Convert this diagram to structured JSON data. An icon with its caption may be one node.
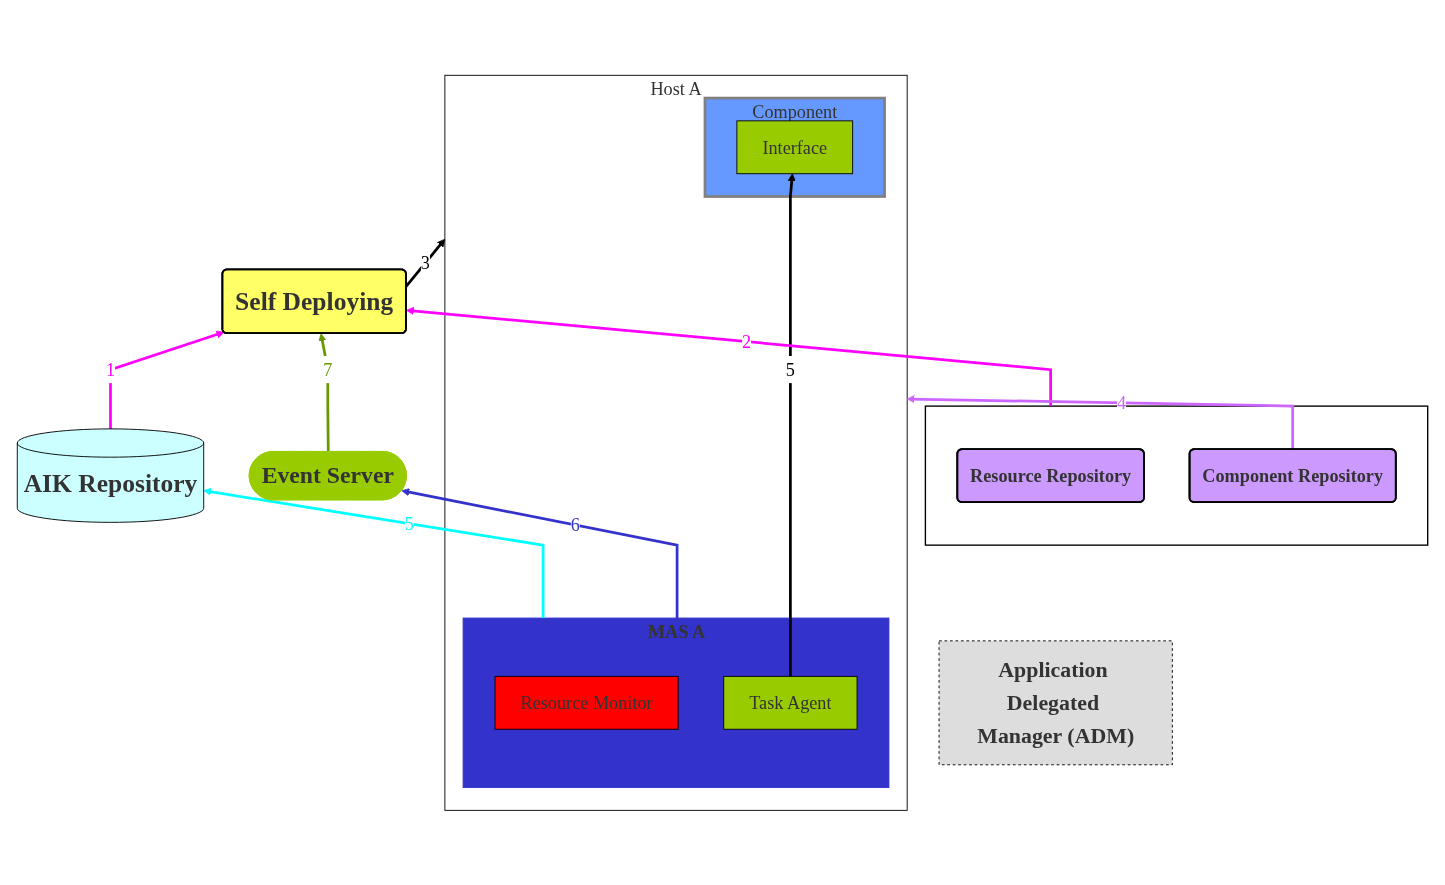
{
  "diagram": {
    "nodes": [
      {
        "text": [
          "Event Server"
        ]
      },
      {
        "text": [
          "Self Deploying"
        ]
      },
      {
        "text": [
          "AIK Repository"
        ]
      },
      {
        "text": [],
        "shape": "box"
      },
      {
        "text": [
          "Resource Repository"
        ],
        "in": 3
      },
      {
        "text": [
          "Component Repository"
        ],
        "in": 3
      },
      {
        "text": [
          "Application Delegated Manager (ADM)"
        ]
      },
      {
        "text": [
          "Host A"
        ]
      },
      {
        "text": [
          "MAS A"
        ],
        "in": 7
      },
      {
        "text": [
          "Resource Monitor"
        ],
        "in": 8
      },
      {
        "text": [
          "Task Agent"
        ],
        "in": 8
      },
      {
        "text": [
          "Component"
        ],
        "in": 7
      },
      {
        "text": [
          "Interface"
        ],
        "in": 11
      }
    ],
    "edges": [
      {
        "from": 2,
        "to": 1,
        "arrow": "to",
        "label": "1",
        "color": "#ff00ff"
      },
      {
        "from": 3,
        "to": 1,
        "arrow": "to",
        "label": "2",
        "color": "#ff00ff"
      },
      {
        "from": 1,
        "to": 7,
        "arrow": "to",
        "label": "3",
        "color": "#000000"
      },
      {
        "from": 5,
        "to": 7,
        "arrow": "to",
        "label": "4",
        "color": "#cc66ff"
      },
      {
        "from": 8,
        "to": 2,
        "arrow": "to",
        "label": "5",
        "color": "#00ffff"
      },
      {
        "from": 8,
        "to": 0,
        "arrow": "to",
        "label": "6",
        "color": "#3333cc"
      },
      {
        "from": 0,
        "to": 1,
        "arrow": "to",
        "label": "7",
        "color": "#669900"
      },
      {
        "from": 10,
        "to": 12,
        "arrow": "to",
        "label": "5",
        "color": "#000000"
      }
    ]
  }
}
